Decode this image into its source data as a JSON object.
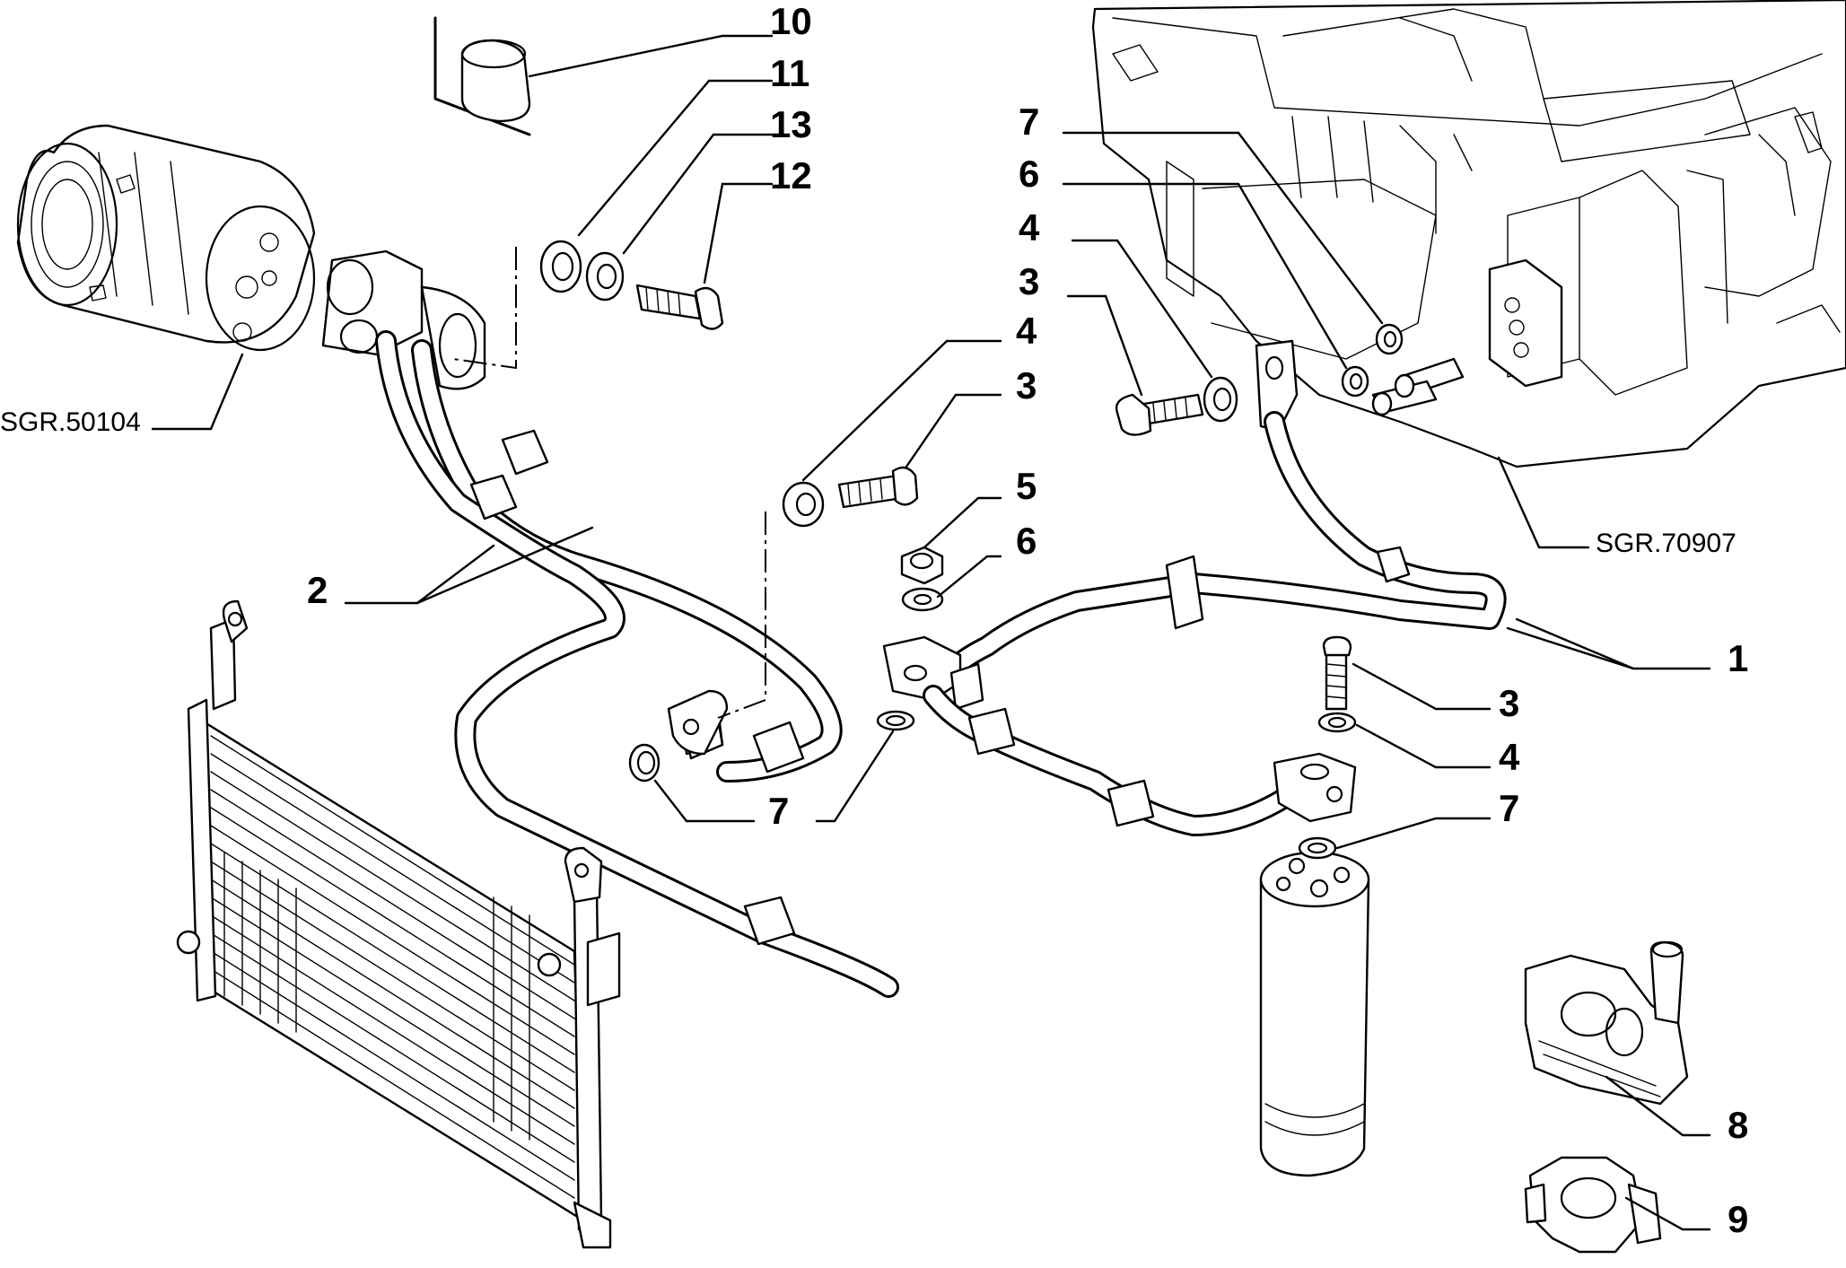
{
  "diagram": {
    "references": {
      "compressor": "SGR.50104",
      "heater_unit": "SGR.70907"
    },
    "callouts": {
      "c1": "1",
      "c2": "2",
      "c3a": "3",
      "c3b": "3",
      "c3c": "3",
      "c4a": "4",
      "c4b": "4",
      "c4c": "4",
      "c5": "5",
      "c6a": "6",
      "c6b": "6",
      "c7a": "7",
      "c7b": "7",
      "c7c": "7",
      "c8": "8",
      "c9": "9",
      "c10": "10",
      "c11": "11",
      "c12": "12",
      "c13": "13"
    }
  }
}
